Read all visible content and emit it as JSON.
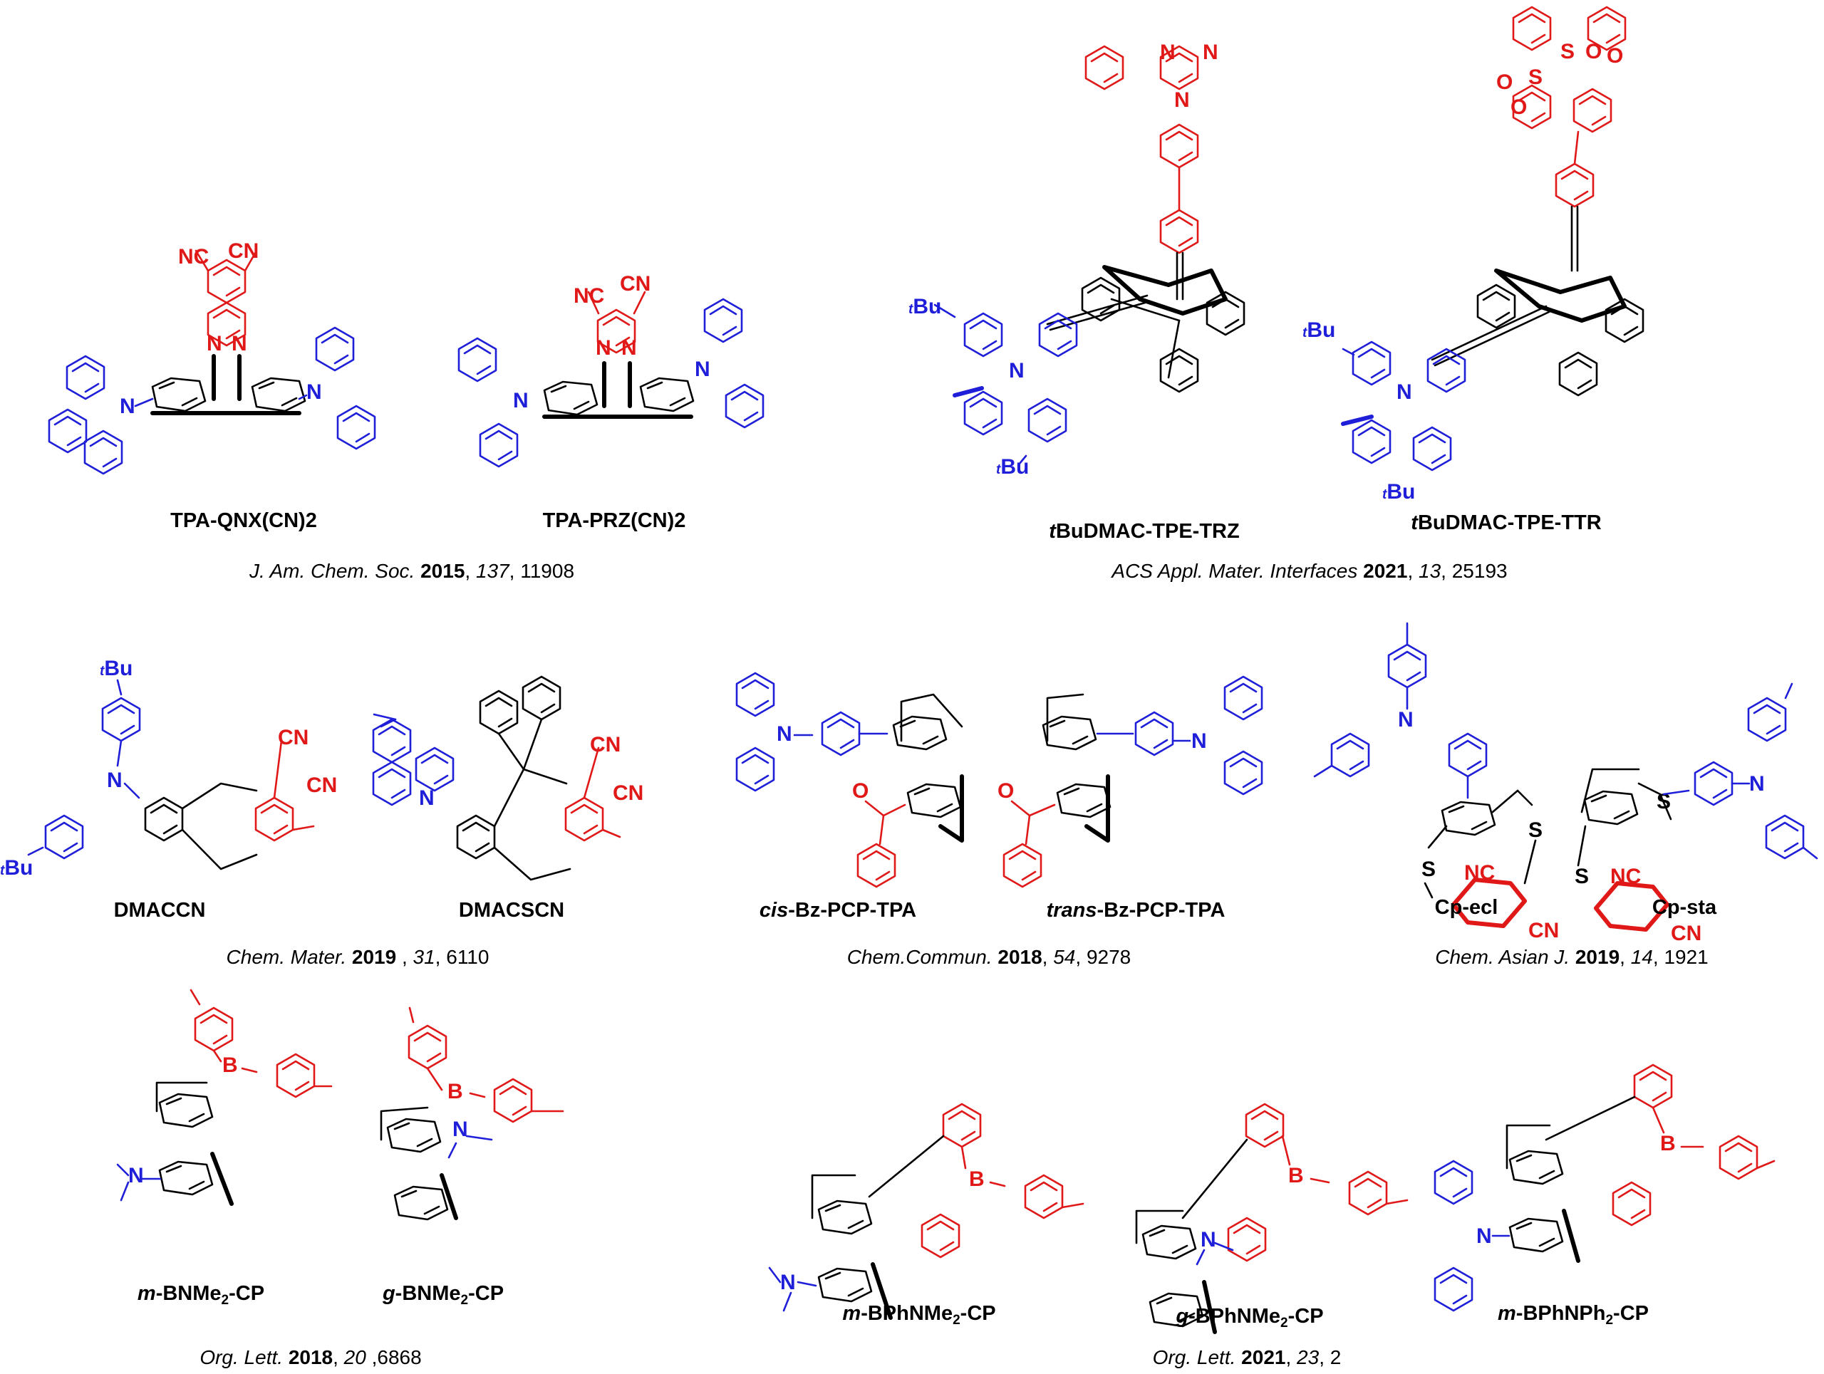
{
  "colors": {
    "donor": "#1f1fd9",
    "acceptor": "#e01818",
    "bridge": "#000000"
  },
  "compounds": [
    {
      "name": "TPA-QNX(CN)2"
    },
    {
      "name": "TPA-PRZ(CN)2"
    },
    {
      "prefix": "t",
      "name": "BuDMAC-TPE-TRZ"
    },
    {
      "prefix": "t",
      "name": "BuDMAC-TPE-TTR"
    },
    {
      "name": "DMACCN"
    },
    {
      "name": "DMACSCN"
    },
    {
      "prefix": "cis",
      "name": "-Bz-PCP-TPA"
    },
    {
      "prefix": "trans",
      "name": "-Bz-PCP-TPA"
    },
    {
      "name": "Cp-ecl"
    },
    {
      "name": "Cp-sta"
    },
    {
      "prefix": "m",
      "name": "-BNMe",
      "sub": "2",
      "suffix": "-CP"
    },
    {
      "prefix": "g",
      "name": "-BNMe",
      "sub": "2",
      "suffix": "-CP"
    },
    {
      "prefix": "m",
      "name": "-BPhNMe",
      "sub": "2",
      "suffix": "-CP"
    },
    {
      "prefix": "g",
      "name": "-BPhNMe",
      "sub": "2",
      "suffix": "-CP"
    },
    {
      "prefix": "m",
      "name": "-BPhNPh",
      "sub": "2",
      "suffix": "-CP"
    }
  ],
  "references": [
    {
      "journal": "J. Am. Chem. Soc.",
      "year": "2015",
      "volume": "137",
      "page": "11908",
      "year_sep": " ",
      "vol_sep": ", ",
      "page_sep": ", "
    },
    {
      "journal": "ACS Appl. Mater. Interfaces",
      "year": "2021",
      "volume": "13",
      "page": "25193",
      "year_sep": " ",
      "vol_sep": ", ",
      "page_sep": ", "
    },
    {
      "journal": "Chem. Mater.",
      "year": "2019",
      "volume": "31",
      "page": "6110",
      "year_sep": " ",
      "vol_sep": " , ",
      "page_sep": ", "
    },
    {
      "journal": "Chem.Commun.",
      "year": "2018",
      "volume": "54",
      "page": "9278",
      "year_sep": " ",
      "vol_sep": ", ",
      "page_sep": ", "
    },
    {
      "journal": "Chem. Asian J.",
      "year": "2019",
      "volume": "14",
      "page": "1921",
      "year_sep": " ",
      "vol_sep": ", ",
      "page_sep": ", "
    },
    {
      "journal": "Org. Lett.",
      "year": "2018",
      "volume": "20",
      "page": "6868",
      "year_sep": " ",
      "vol_sep": ", ",
      "page_sep": " ,"
    },
    {
      "journal": "Org. Lett.",
      "year": "2021",
      "volume": "23",
      "page": "2",
      "year_sep": " ",
      "vol_sep": ", ",
      "page_sep": ", "
    }
  ],
  "atoms": {
    "cn": "CN",
    "nc": "NC",
    "n": "N",
    "b": "B",
    "s": "S",
    "o": "O",
    "so": "S",
    "tbu_sup": "t",
    "tbu": "Bu"
  }
}
